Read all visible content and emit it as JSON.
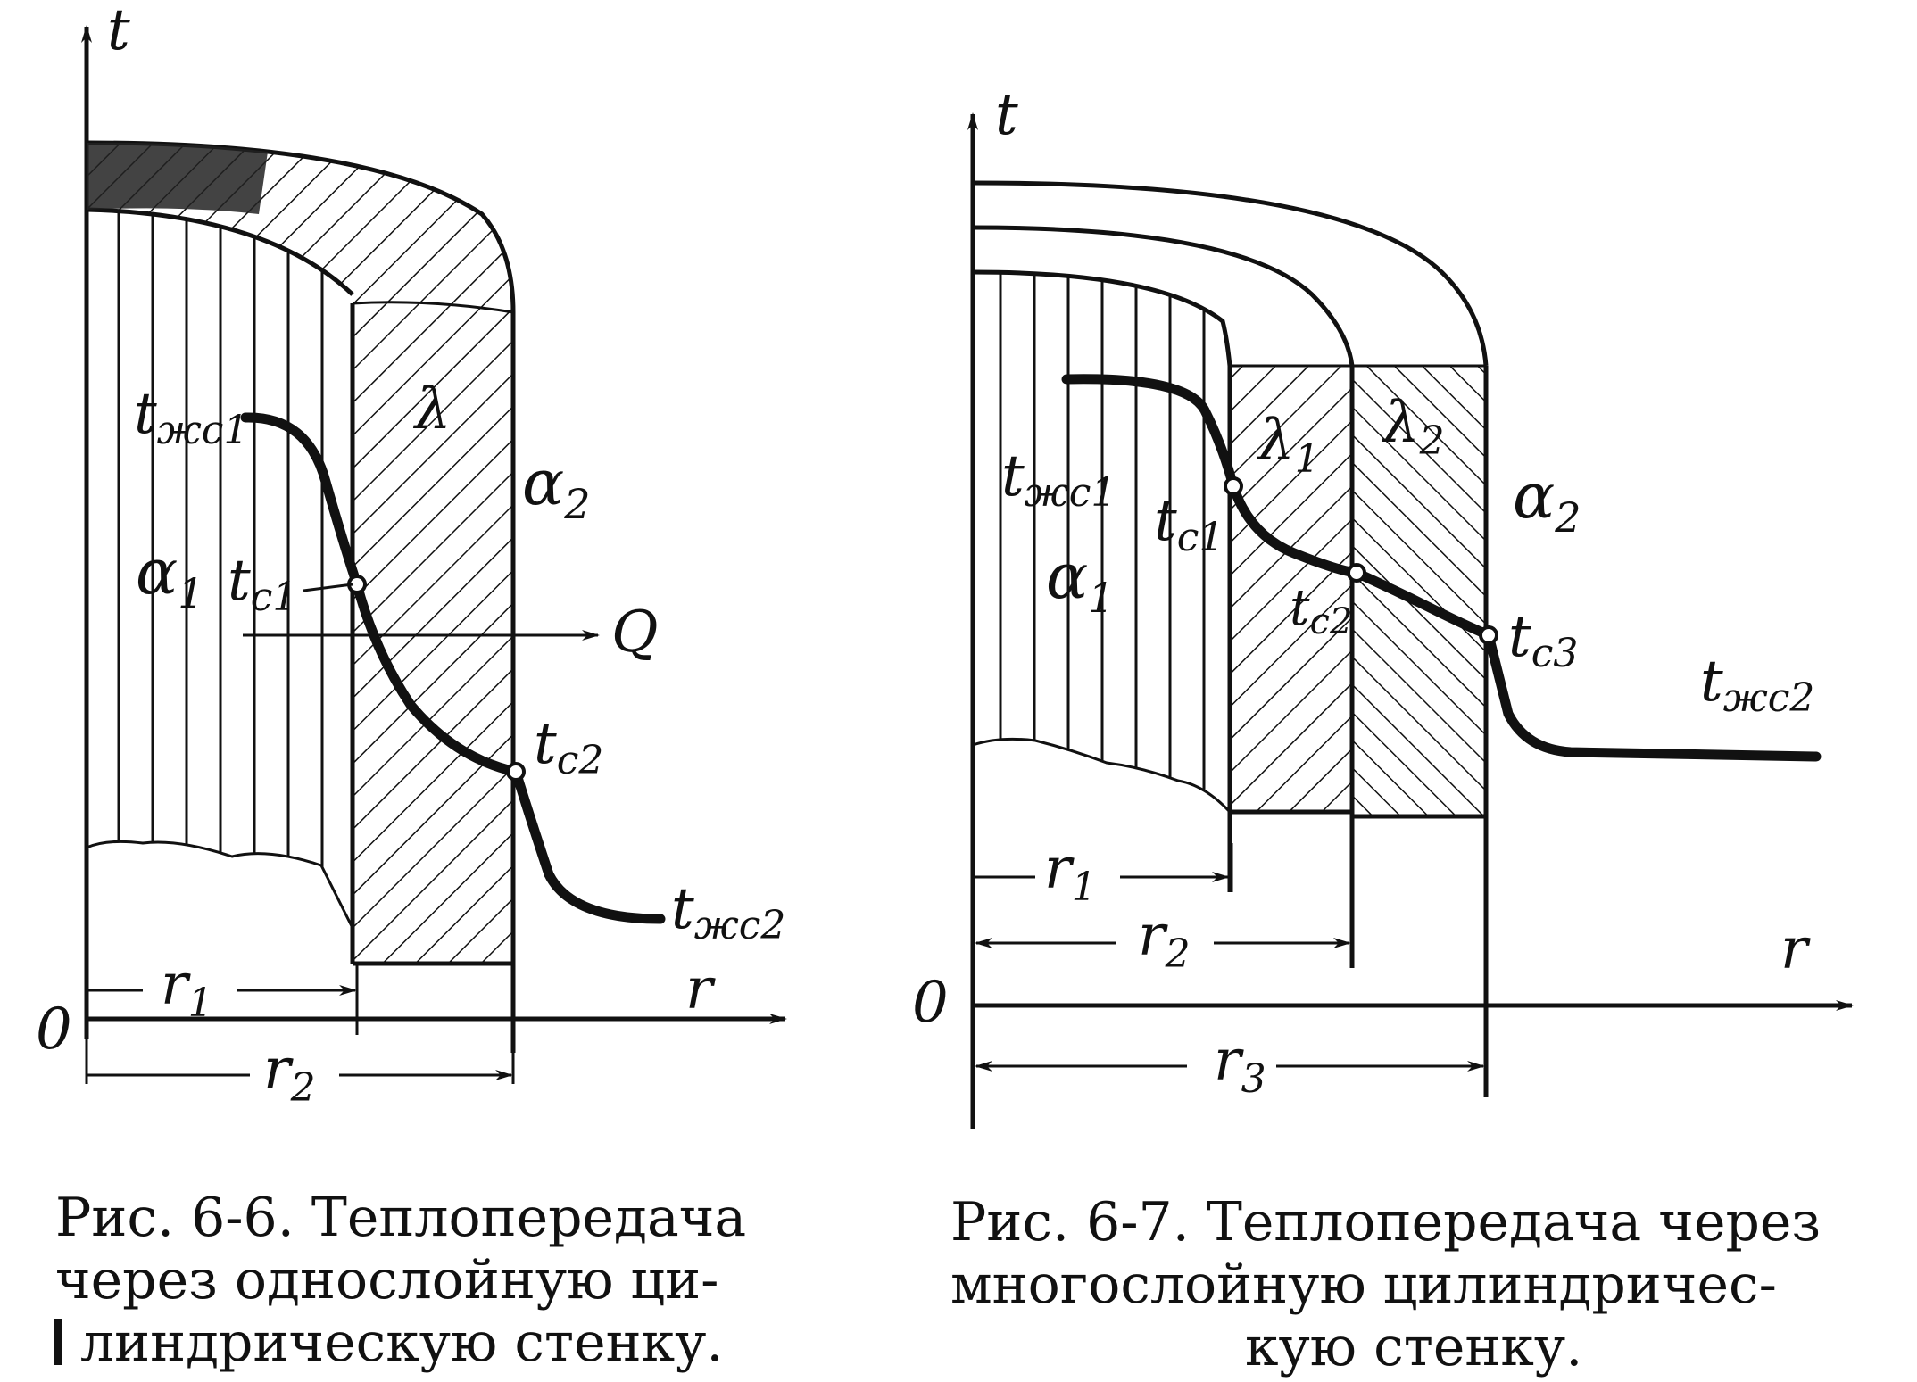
{
  "fig1": {
    "axis_t": "t",
    "axis_r": "r",
    "origin": "0",
    "t_zh1": {
      "main": "t",
      "sub": "жс1"
    },
    "lambda": "λ",
    "alpha2": {
      "main": "α",
      "sub": "2"
    },
    "alpha1": {
      "main": "α",
      "sub": "1"
    },
    "t_c1": {
      "main": "t",
      "sub": "c1"
    },
    "Q": "Q",
    "t_c2": {
      "main": "t",
      "sub": "c2"
    },
    "t_zh2": {
      "main": "t",
      "sub": "жс2"
    },
    "r1": {
      "main": "r",
      "sub": "1"
    },
    "r2": {
      "main": "r",
      "sub": "2"
    },
    "caption": [
      "Рис.  6-6.  Теплопередача",
      "через  однослойную  ци-",
      "линдрическую стенку."
    ]
  },
  "fig2": {
    "axis_t": "t",
    "axis_r": "r",
    "origin": "0",
    "lambda1": {
      "main": "λ",
      "sub": "1"
    },
    "lambda2": {
      "main": "λ",
      "sub": "2"
    },
    "t_zh1": {
      "main": "t",
      "sub": "жс1"
    },
    "t_c1": {
      "main": "t",
      "sub": "c1"
    },
    "alpha2": {
      "main": "α",
      "sub": "2"
    },
    "alpha1": {
      "main": "α",
      "sub": "1"
    },
    "t_c2": {
      "main": "t",
      "sub": "c2"
    },
    "t_c3": {
      "main": "t",
      "sub": "c3"
    },
    "t_zh2": {
      "main": "t",
      "sub": "жс2"
    },
    "r1": {
      "main": "r",
      "sub": "1"
    },
    "r2": {
      "main": "r",
      "sub": "2"
    },
    "r3": {
      "main": "r",
      "sub": "3"
    },
    "caption": [
      "Рис.  6-7.  Теплопередача через",
      "многослойную     цилиндричес-",
      "кую стенку."
    ]
  }
}
